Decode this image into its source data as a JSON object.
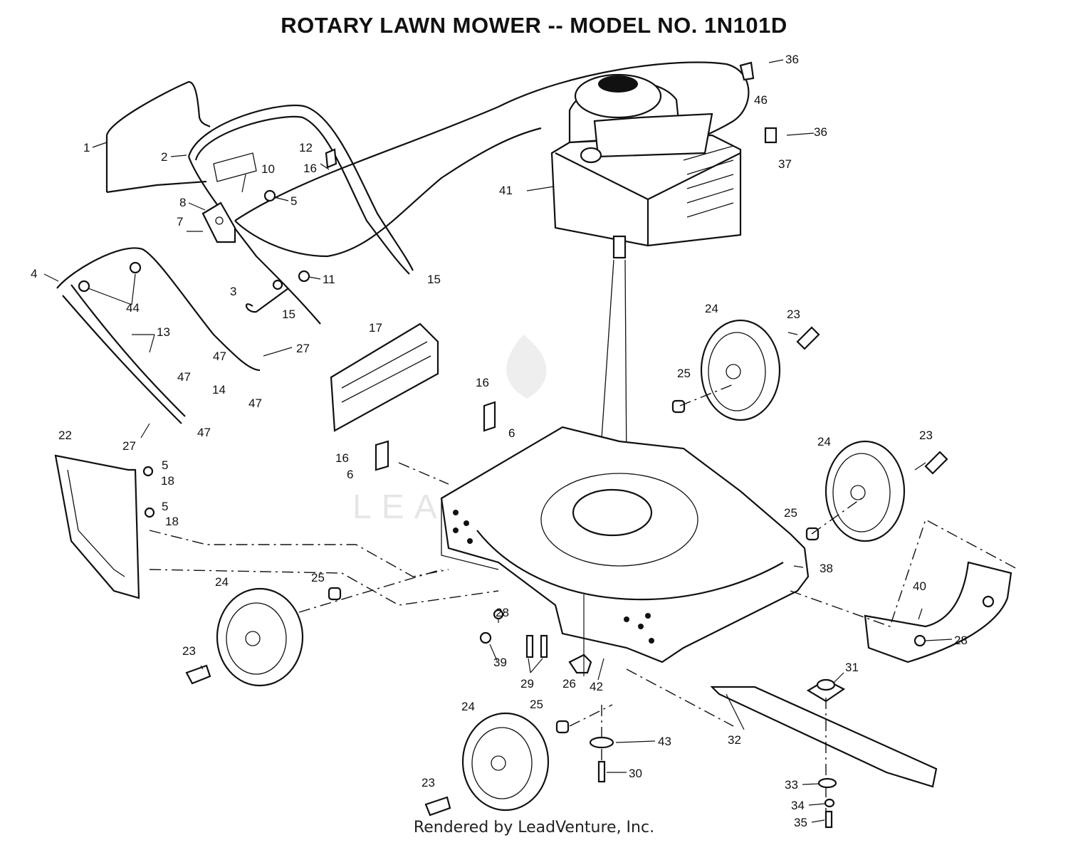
{
  "title": "ROTARY LAWN MOWER -- MODEL NO. 1N101D",
  "footer": "Rendered by LeadVenture, Inc.",
  "watermark": "LEADVENTURE",
  "callouts": [
    "1",
    "2",
    "3",
    "4",
    "5",
    "5",
    "5",
    "6",
    "6",
    "7",
    "8",
    "10",
    "11",
    "12",
    "13",
    "14",
    "15",
    "15",
    "16",
    "16",
    "16",
    "17",
    "18",
    "18",
    "22",
    "23",
    "23",
    "23",
    "23",
    "24",
    "24",
    "24",
    "24",
    "25",
    "25",
    "25",
    "25",
    "26",
    "27",
    "27",
    "28",
    "28",
    "29",
    "30",
    "31",
    "32",
    "33",
    "34",
    "35",
    "36",
    "36",
    "37",
    "38",
    "39",
    "40",
    "41",
    "42",
    "43",
    "44",
    "46",
    "47",
    "47",
    "47",
    "47"
  ]
}
